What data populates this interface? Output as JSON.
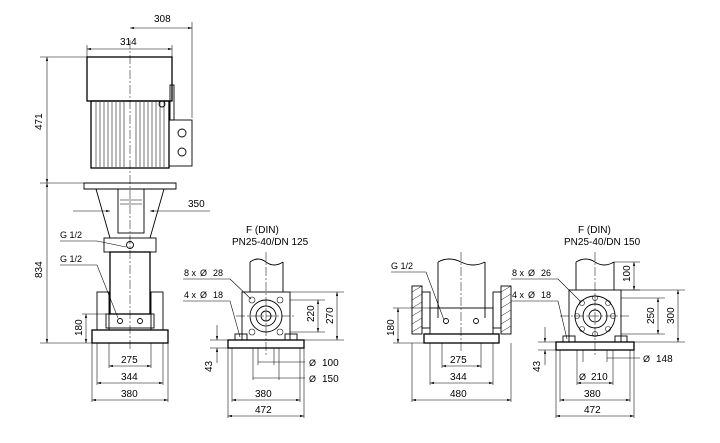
{
  "views": {
    "front": {
      "dim_308": "308",
      "dim_314": "314",
      "dim_471": "471",
      "dim_350": "350",
      "dim_834": "834",
      "dim_180": "180",
      "dim_275": "275",
      "dim_344": "344",
      "dim_380": "380",
      "label_g_top": "G 1/2",
      "label_g_bottom": "G 1/2"
    },
    "din125": {
      "title_line1": "F (DIN)",
      "title_line2": "PN25-40/DN 125",
      "holes": "8 x",
      "holes_dia": "28",
      "bolts": "4 x",
      "bolts_dia": "18",
      "dim_220": "220",
      "dim_270": "270",
      "dim_43": "43",
      "dim_100": "100",
      "dim_150": "150",
      "dim_380": "380",
      "dim_472": "472"
    },
    "side": {
      "label_g": "G 1/2",
      "dim_180": "180",
      "dim_275": "275",
      "dim_344": "344",
      "dim_480": "480"
    },
    "din150": {
      "title_line1": "F (DIN)",
      "title_line2": "PN25-40/DN 150",
      "holes": "8 x",
      "holes_dia": "26",
      "bolts": "4 x",
      "bolts_dia": "18",
      "dim_100": "100",
      "dim_250": "250",
      "dim_300": "300",
      "dim_43": "43",
      "dim_148": "148",
      "dim_210": "210",
      "dim_380": "380",
      "dim_472": "472"
    },
    "diameter_symbol": "Ø"
  }
}
